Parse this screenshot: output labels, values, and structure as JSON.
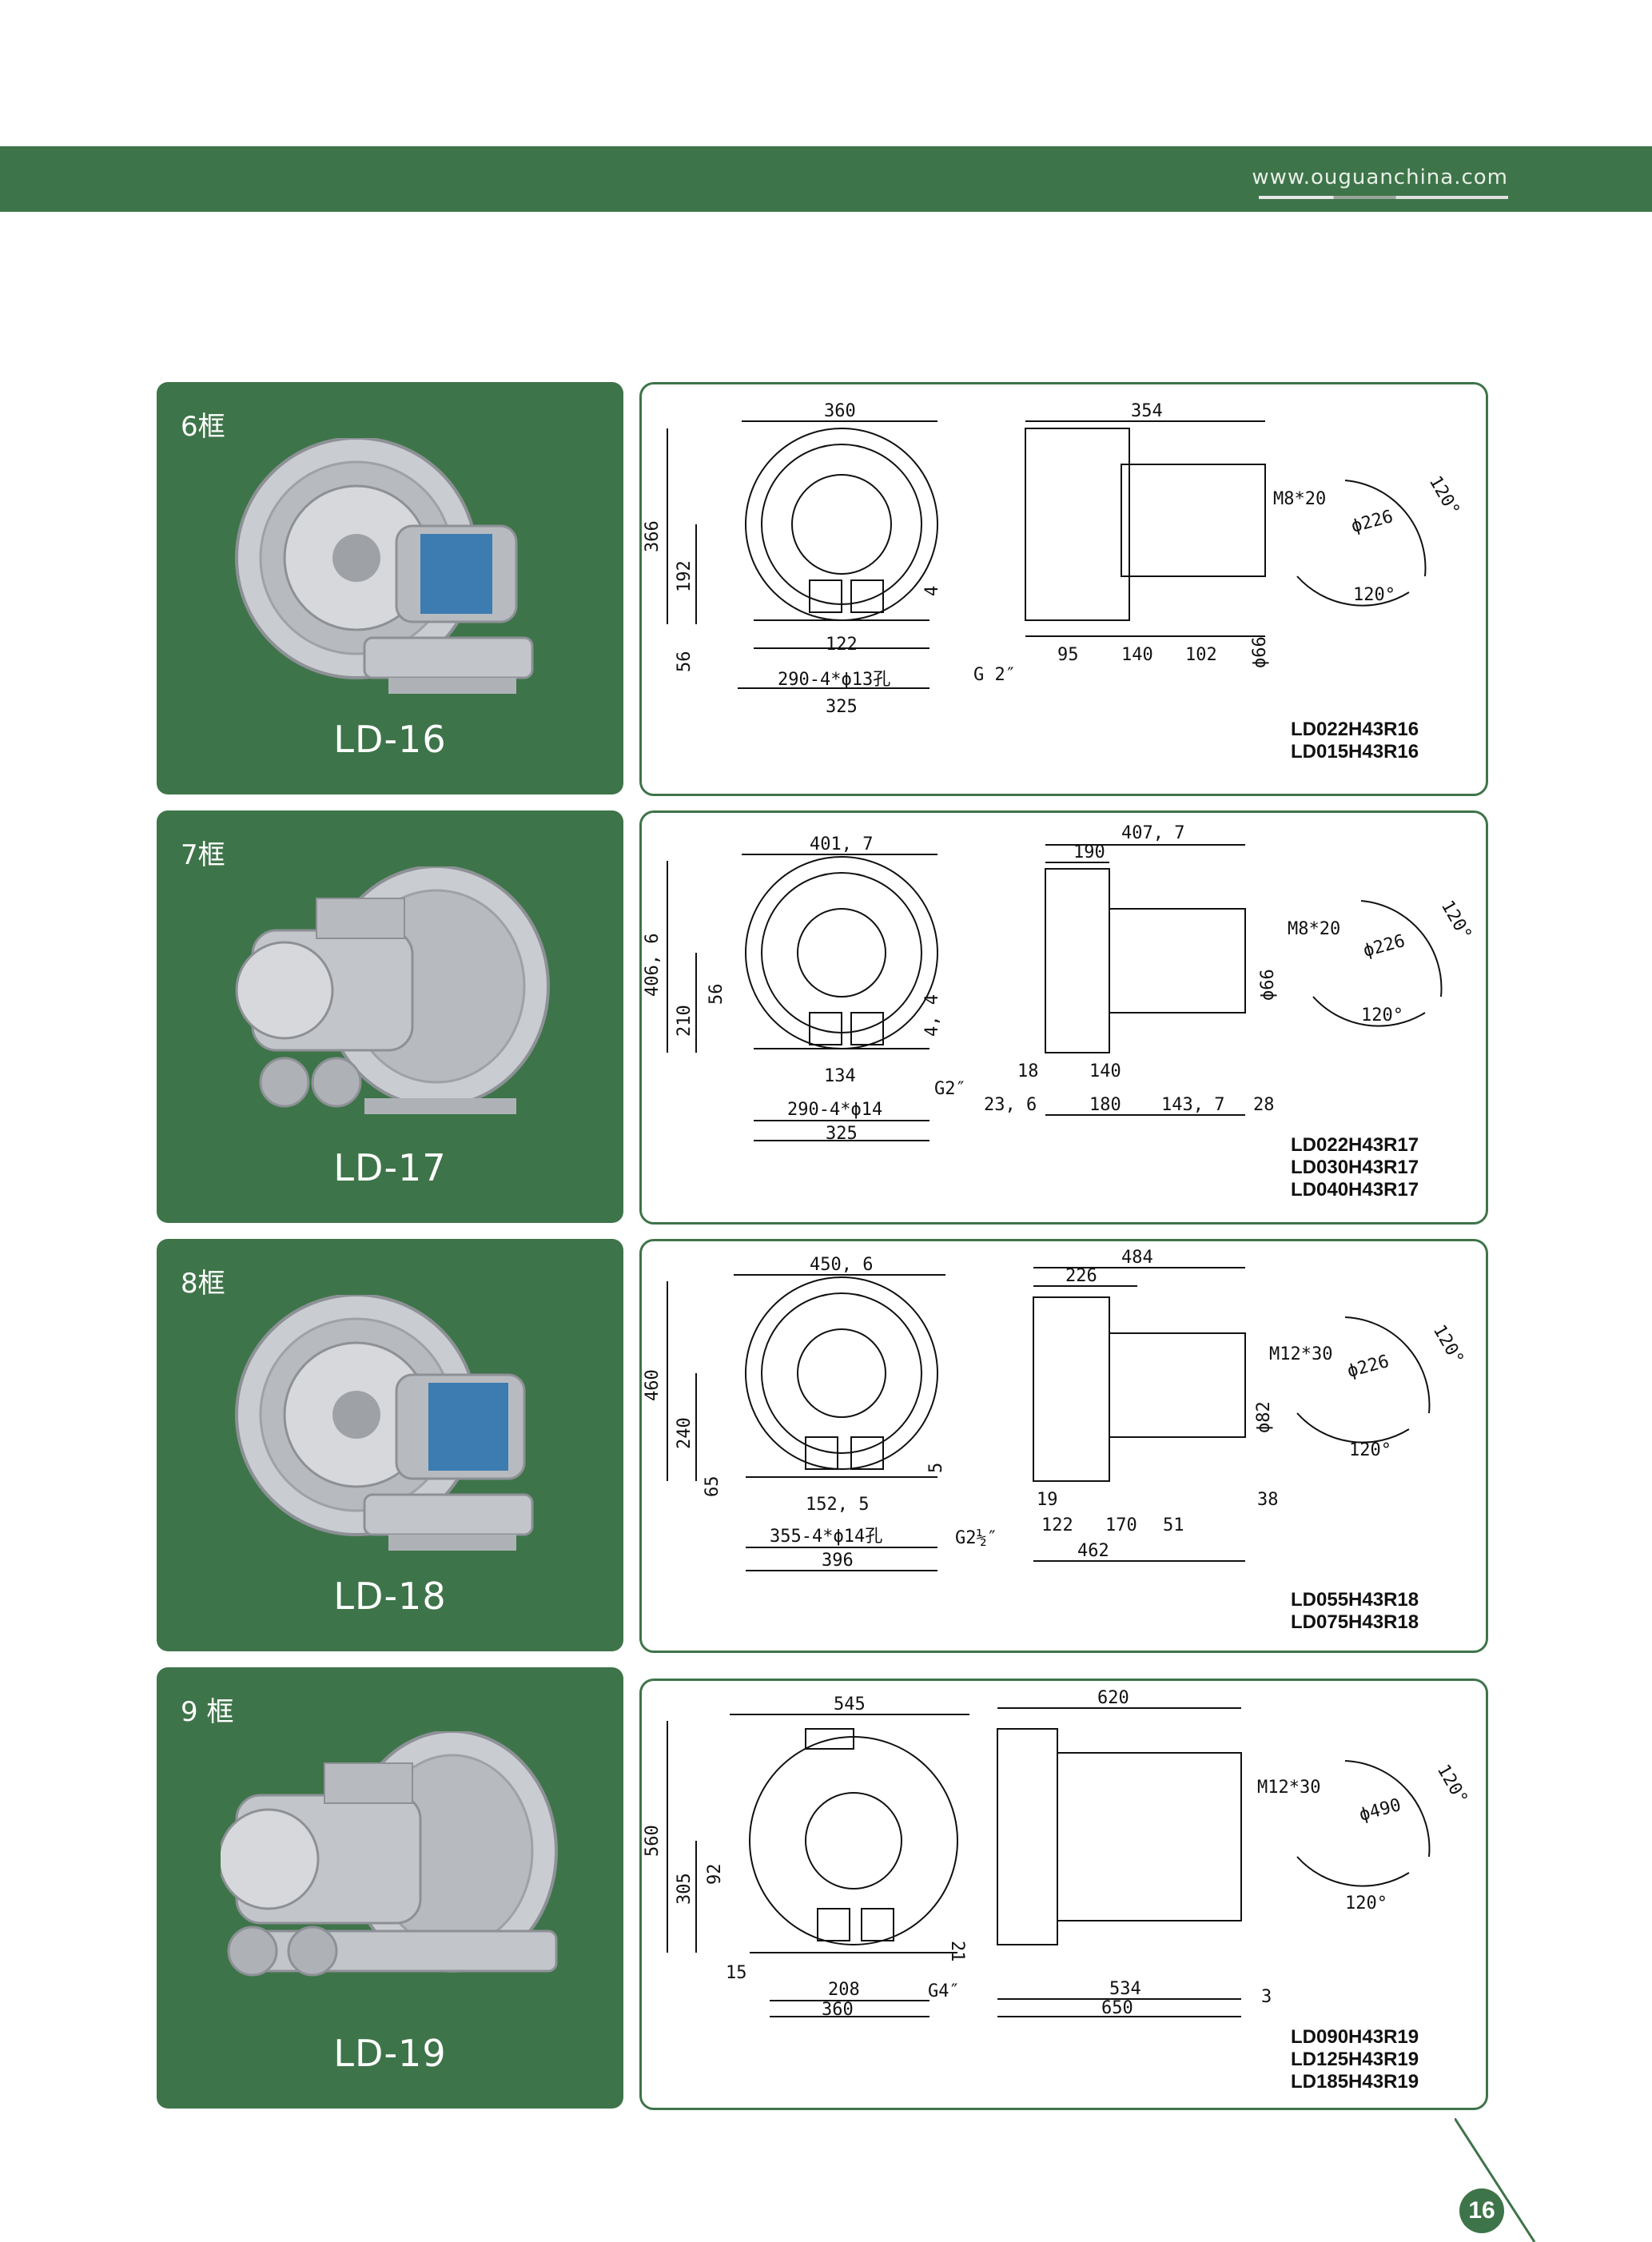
{
  "header": {
    "url": "www.ouguanchina.com"
  },
  "sections": [
    {
      "frame": "6框",
      "model": "LD-16",
      "front": {
        "width": "360",
        "height": "366",
        "axis_height": "192",
        "base": "56",
        "flange_h": "4",
        "bolt_spacing": "122",
        "holes": "290-4*ϕ13孔",
        "base_width": "325",
        "thread": "G 2″"
      },
      "side": {
        "length": "354",
        "a": "95",
        "b": "140",
        "c": "102",
        "shaft": "ϕ66"
      },
      "flange": {
        "bolt": "M8*20",
        "pcd": "ϕ226",
        "angle1": "120°",
        "angle2": "120°"
      },
      "variants": [
        "LD022H43R16",
        "LD015H43R16"
      ]
    },
    {
      "frame": "7框",
      "model": "LD-17",
      "front": {
        "width": "401, 7",
        "height": "406, 6",
        "axis_height": "210",
        "base": "56",
        "flange_h": "4, 4",
        "bolt_spacing": "134",
        "holes": "290-4*ϕ14",
        "base_width": "325",
        "thread": "G2″"
      },
      "side": {
        "length": "407, 7",
        "top": "190",
        "a": "18",
        "b": "140",
        "c": "23, 6",
        "d": "180",
        "e": "143, 7",
        "f": "28",
        "shaft": "ϕ66"
      },
      "flange": {
        "bolt": "M8*20",
        "pcd": "ϕ226",
        "angle1": "120°",
        "angle2": "120°"
      },
      "variants": [
        "LD022H43R17",
        "LD030H43R17",
        "LD040H43R17"
      ]
    },
    {
      "frame": "8框",
      "model": "LD-18",
      "front": {
        "width": "450, 6",
        "height": "460",
        "axis_height": "240",
        "base": "65",
        "flange_h": "5",
        "bolt_spacing": "152, 5",
        "holes": "355-4*ϕ14孔",
        "base_width": "396",
        "thread": "G2½″"
      },
      "side": {
        "length": "484",
        "top": "226",
        "a": "19",
        "b": "122",
        "c": "170",
        "d": "51",
        "e": "38",
        "f": "462",
        "shaft": "ϕ82"
      },
      "flange": {
        "bolt": "M12*30",
        "pcd": "ϕ226",
        "angle1": "120°",
        "angle2": "120°"
      },
      "variants": [
        "LD055H43R18",
        "LD075H43R18"
      ]
    },
    {
      "frame": "9 框",
      "model": "LD-19",
      "front": {
        "width": "545",
        "height": "560",
        "axis_height": "305",
        "base": "92",
        "flange_h": "21",
        "bolt_spacing": "208",
        "holes": "15",
        "base_width": "360",
        "thread": "G4″"
      },
      "side": {
        "length": "620",
        "a": "534",
        "b": "650",
        "c": "3"
      },
      "flange": {
        "bolt": "M12*30",
        "pcd": "ϕ490",
        "angle1": "120°",
        "angle2": "120°"
      },
      "variants": [
        "LD090H43R19",
        "LD125H43R19",
        "LD185H43R19"
      ]
    }
  ],
  "page_number": "16",
  "colors": {
    "brand_green": "#3e7449"
  }
}
